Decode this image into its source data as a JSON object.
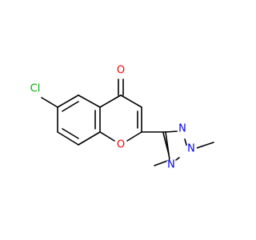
{
  "molecule": {
    "atoms": {
      "o_carbonyl": {
        "label": "O",
        "color": "#ff0000"
      },
      "cl": {
        "label": "Cl",
        "color": "#00b000"
      },
      "o_ring": {
        "label": "O",
        "color": "#ff0000"
      },
      "n_a": {
        "label": "N",
        "color": "#0000ff"
      },
      "n_b": {
        "label": "N",
        "color": "#0000ff"
      },
      "n_c": {
        "label": "N",
        "color": "#0000ff"
      }
    }
  }
}
